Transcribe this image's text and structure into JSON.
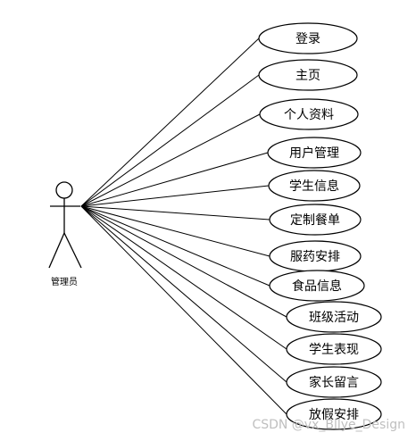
{
  "actor": {
    "label": "管理员"
  },
  "use_cases": [
    {
      "label": "登录"
    },
    {
      "label": "主页"
    },
    {
      "label": "个人资料"
    },
    {
      "label": "用户管理"
    },
    {
      "label": "学生信息"
    },
    {
      "label": "定制餐单"
    },
    {
      "label": "服药安排"
    },
    {
      "label": "食品信息"
    },
    {
      "label": "班级活动"
    },
    {
      "label": "学生表现"
    },
    {
      "label": "家长留言"
    },
    {
      "label": "放假安排"
    }
  ],
  "watermark": "CSDN @vx_Bllye_Design"
}
